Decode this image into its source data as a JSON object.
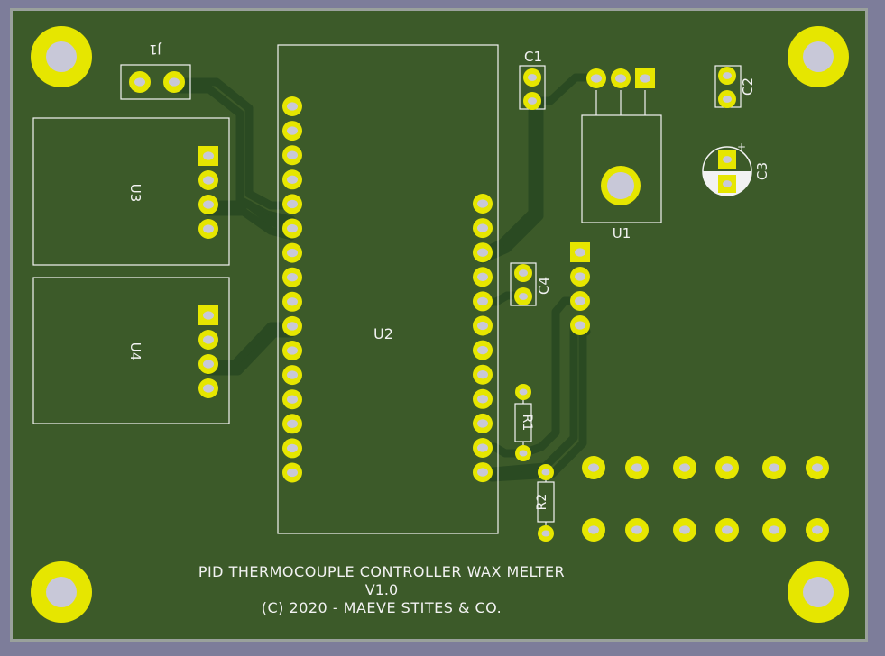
{
  "colors": {
    "background": "#7d7d9a",
    "board": "#3c5a29",
    "board_edge": "#9aa19c",
    "trace": "#2a4a22",
    "copper_pad": "#e6e600",
    "silkscreen": "#f2f2f2"
  },
  "board": {
    "title": {
      "line1": "PID THERMOCOUPLE CONTROLLER WAX MELTER",
      "line2": "V1.0",
      "line3": "(C) 2020 - MAEVE STITES & CO."
    }
  },
  "refs": {
    "j1": "J1",
    "u1": "U1",
    "u2": "U2",
    "u3": "U3",
    "u4": "U4",
    "c1": "C1",
    "c2": "C2",
    "c3": "C3",
    "c3_polarity": "+",
    "c4": "C4",
    "r1": "R1",
    "r2": "R2"
  }
}
